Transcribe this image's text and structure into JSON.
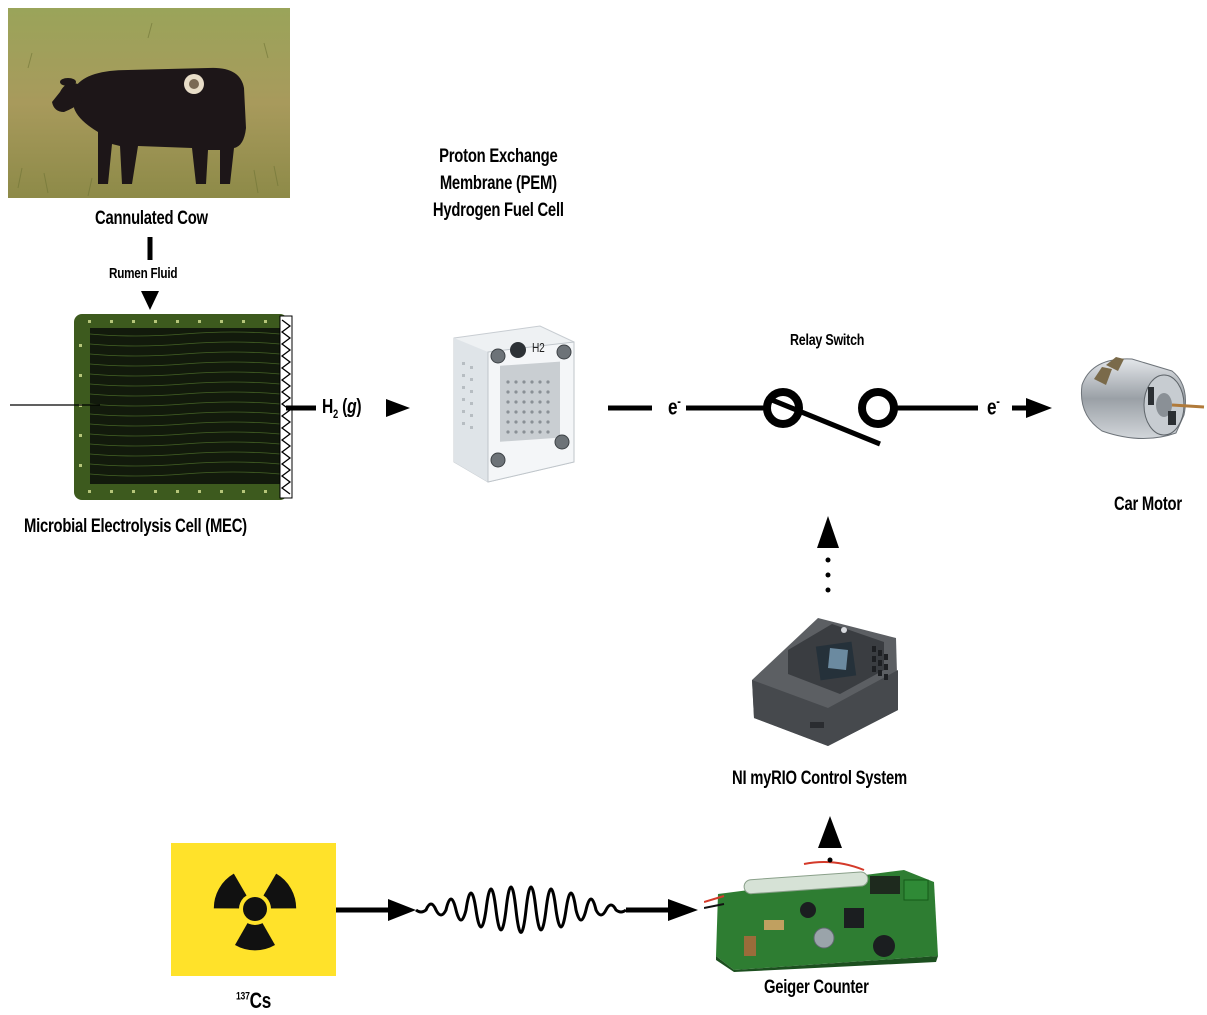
{
  "cow": {
    "caption": "Cannulated Cow"
  },
  "rumen": {
    "label": "Rumen Fluid"
  },
  "mec": {
    "caption": "Microbial Electrolysis Cell (MEC)"
  },
  "h2": {
    "main": "H",
    "sub": "2",
    "rest": " (",
    "state": "g",
    "close": ")"
  },
  "pem": {
    "line1": "Proton Exchange",
    "line2": "Membrane (PEM)",
    "line3": "Hydrogen Fuel Cell",
    "cell_mark": "H2"
  },
  "electron": {
    "symbol": "e",
    "charge": "-"
  },
  "relay": {
    "label": "Relay Switch"
  },
  "motor": {
    "caption": "Car Motor"
  },
  "myrio": {
    "caption": "NI myRIO Control System"
  },
  "geiger": {
    "caption": "Geiger Counter"
  },
  "cesium": {
    "mass": "137",
    "symbol": "Cs"
  },
  "colors": {
    "sky_green": "#8a9a4a",
    "mec_green": "#3d5a1e",
    "radiation_yellow": "#ffe22a",
    "pcb_green": "#2e7d32",
    "myrio_gray": "#5c5f63"
  }
}
